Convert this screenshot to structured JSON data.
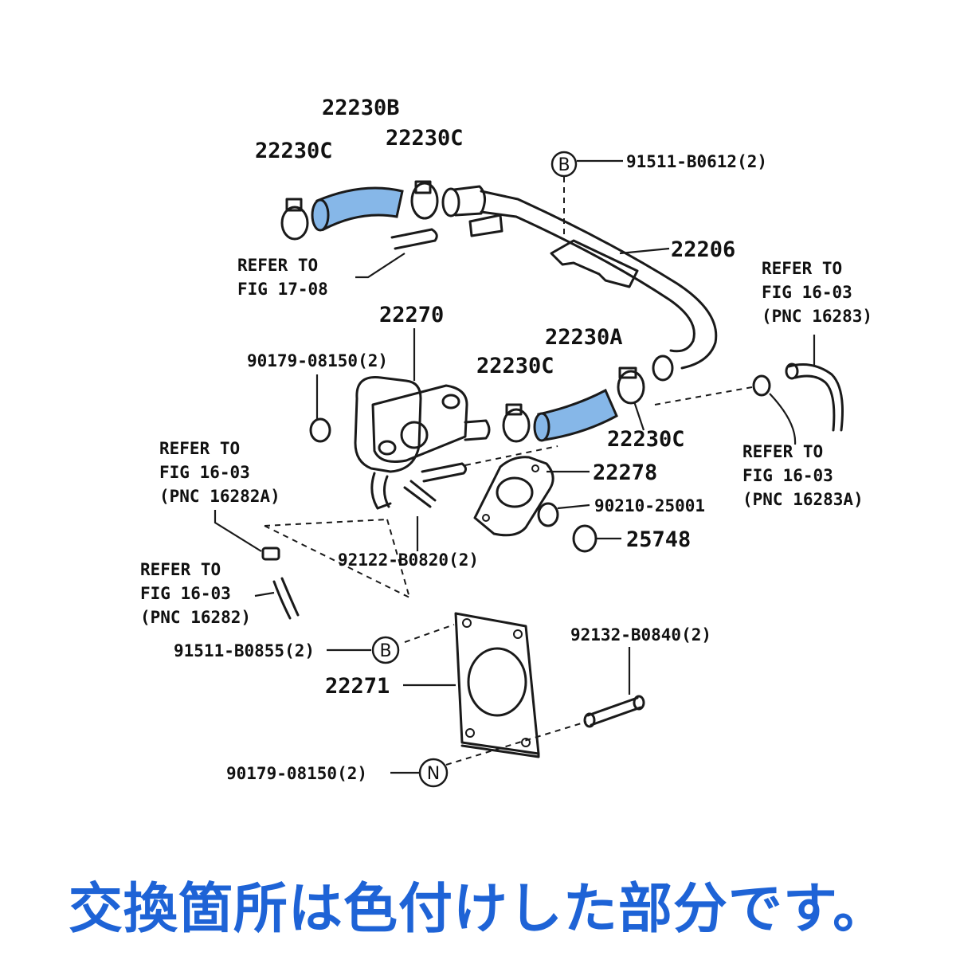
{
  "colors": {
    "highlight": "#86B7E8",
    "caption": "#1E63D6",
    "line": "#1a1a1a"
  },
  "labels": {
    "p22230b": "22230B",
    "p22230c_top_left": "22230C",
    "p22230c_top_right": "22230C",
    "p22230a": "22230A",
    "p22230c_mid_left": "22230C",
    "p22230c_mid_right": "22230C",
    "p22206": "22206",
    "p91511_b0612": "91511-B0612(2)",
    "p22270": "22270",
    "p90179_top": "90179-08150(2)",
    "p22278": "22278",
    "p90210": "90210-25001",
    "p25748": "25748",
    "p92122": "92122-B0820(2)",
    "p91511_b0855": "91511-B0855(2)",
    "p22271": "22271",
    "p92132": "92132-B0840(2)",
    "p90179_bottom": "90179-08150(2)"
  },
  "refs": {
    "fig17_08": {
      "line1": "REFER TO",
      "line2": "FIG 17-08"
    },
    "pnc16283": {
      "line1": "REFER TO",
      "line2": "FIG 16-03",
      "line3": "(PNC 16283)"
    },
    "pnc16283a": {
      "line1": "REFER TO",
      "line2": "FIG 16-03",
      "line3": "(PNC 16283A)"
    },
    "pnc16282a": {
      "line1": "REFER TO",
      "line2": "FIG 16-03",
      "line3": "(PNC 16282A)"
    },
    "pnc16282": {
      "line1": "REFER TO",
      "line2": "FIG 16-03",
      "line3": "(PNC 16282)"
    }
  },
  "markers": {
    "b_top": "B",
    "b_bottom": "B",
    "n_bottom": "N"
  },
  "caption": "交換箇所は色付けした部分です。"
}
